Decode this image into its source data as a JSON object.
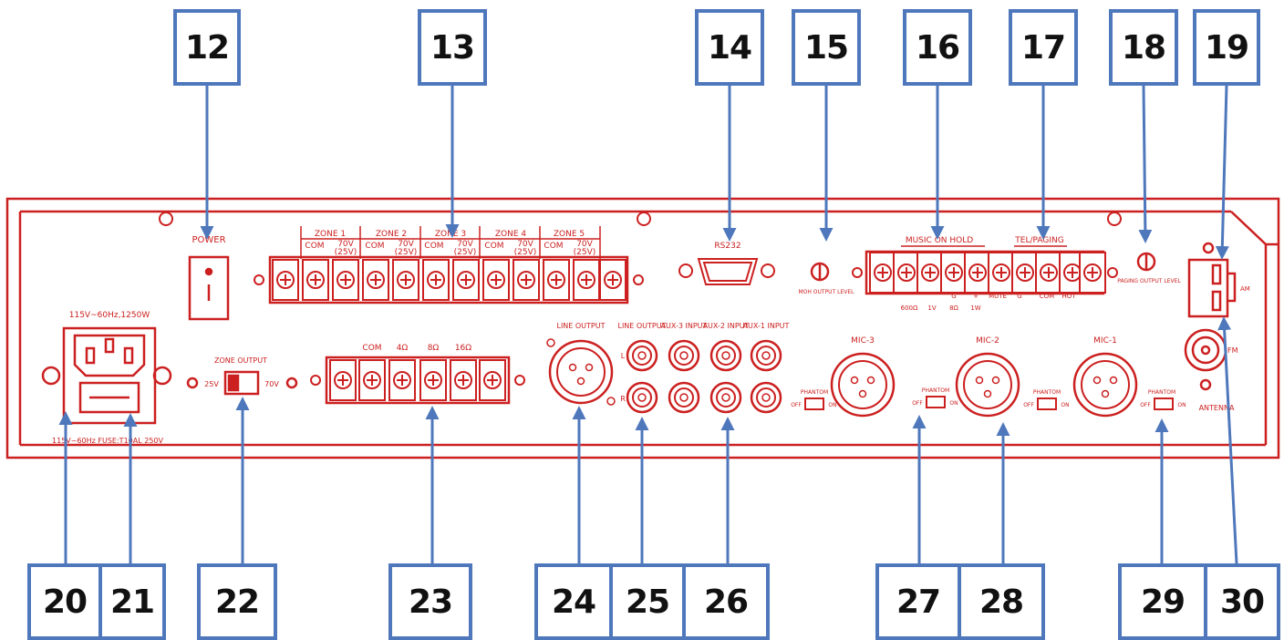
{
  "callouts_top": [
    "12",
    "13",
    "14",
    "15",
    "16",
    "17",
    "18",
    "19"
  ],
  "callouts_bottom": [
    "20",
    "21",
    "22",
    "23",
    "24",
    "25",
    "26",
    "27",
    "28",
    "29",
    "30"
  ],
  "labels": {
    "power": "POWER",
    "zone1": "ZONE 1",
    "zone2": "ZONE 2",
    "zone3": "ZONE 3",
    "zone4": "ZONE 4",
    "zone5": "ZONE 5",
    "com": "COM",
    "v70": "70V",
    "v25": "(25V)",
    "rs232": "RS232",
    "moh_level": "MOH OUTPUT LEVEL",
    "music_on_hold": "MUSIC ON HOLD",
    "tel_paging": "TEL/PAGING",
    "paging_level": "PAGING OUTPUT LEVEL",
    "am": "AM",
    "fm": "FM",
    "antenna": "ANTENNA",
    "ohm600": "600Ω",
    "v1": "1V",
    "ohm8": "8Ω",
    "w1": "1W",
    "g": "G",
    "plus": "+",
    "mute": "MUTE",
    "hot": "HOT",
    "ac_rating": "115V~60Hz,1250W",
    "fuse": "115V~60Hz FUSE:T10AL 250V",
    "zone_output": "ZONE OUTPUT",
    "v25_switch": "25V",
    "v70_switch": "70V",
    "ohm4": "4Ω",
    "ohm16": "16Ω",
    "line_output": "LINE OUTPUT",
    "aux3": "AUX-3 INPUT",
    "aux2": "AUX-2 INPUT",
    "aux1": "AUX-1 INPUT",
    "l": "L",
    "r": "R",
    "mic3": "MIC-3",
    "mic2": "MIC-2",
    "mic1": "MIC-1",
    "phantom": "PHANTOM",
    "off": "OFF",
    "on": "ON"
  },
  "colors": {
    "panel": "#cc2020",
    "callout_border": "#4f78bc",
    "arrow": "#4f78bc"
  }
}
